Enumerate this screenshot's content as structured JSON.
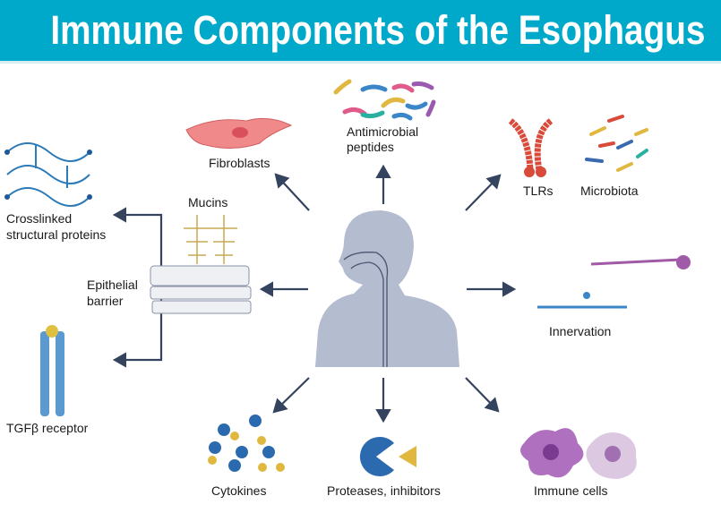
{
  "title": "Immune Components of the Esophagus",
  "labels": {
    "fibroblasts": "Fibroblasts",
    "antimicrobial_1": "Antimicrobial",
    "antimicrobial_2": "peptides",
    "tlrs": "TLRs",
    "microbiota": "Microbiota",
    "crosslinked_1": "Crosslinked",
    "crosslinked_2": "structural proteins",
    "mucins": "Mucins",
    "epithelial_1": "Epithelial",
    "epithelial_2": "barrier",
    "innervation": "Innervation",
    "tgfb": "TGFβ receptor",
    "cytokines": "Cytokines",
    "proteases": "Proteases, inhibitors",
    "immune_cells": "Immune cells"
  },
  "colors": {
    "title_bg": "#00a9c9",
    "arrow": "#34435e",
    "silhouette": "#b4bccf"
  }
}
